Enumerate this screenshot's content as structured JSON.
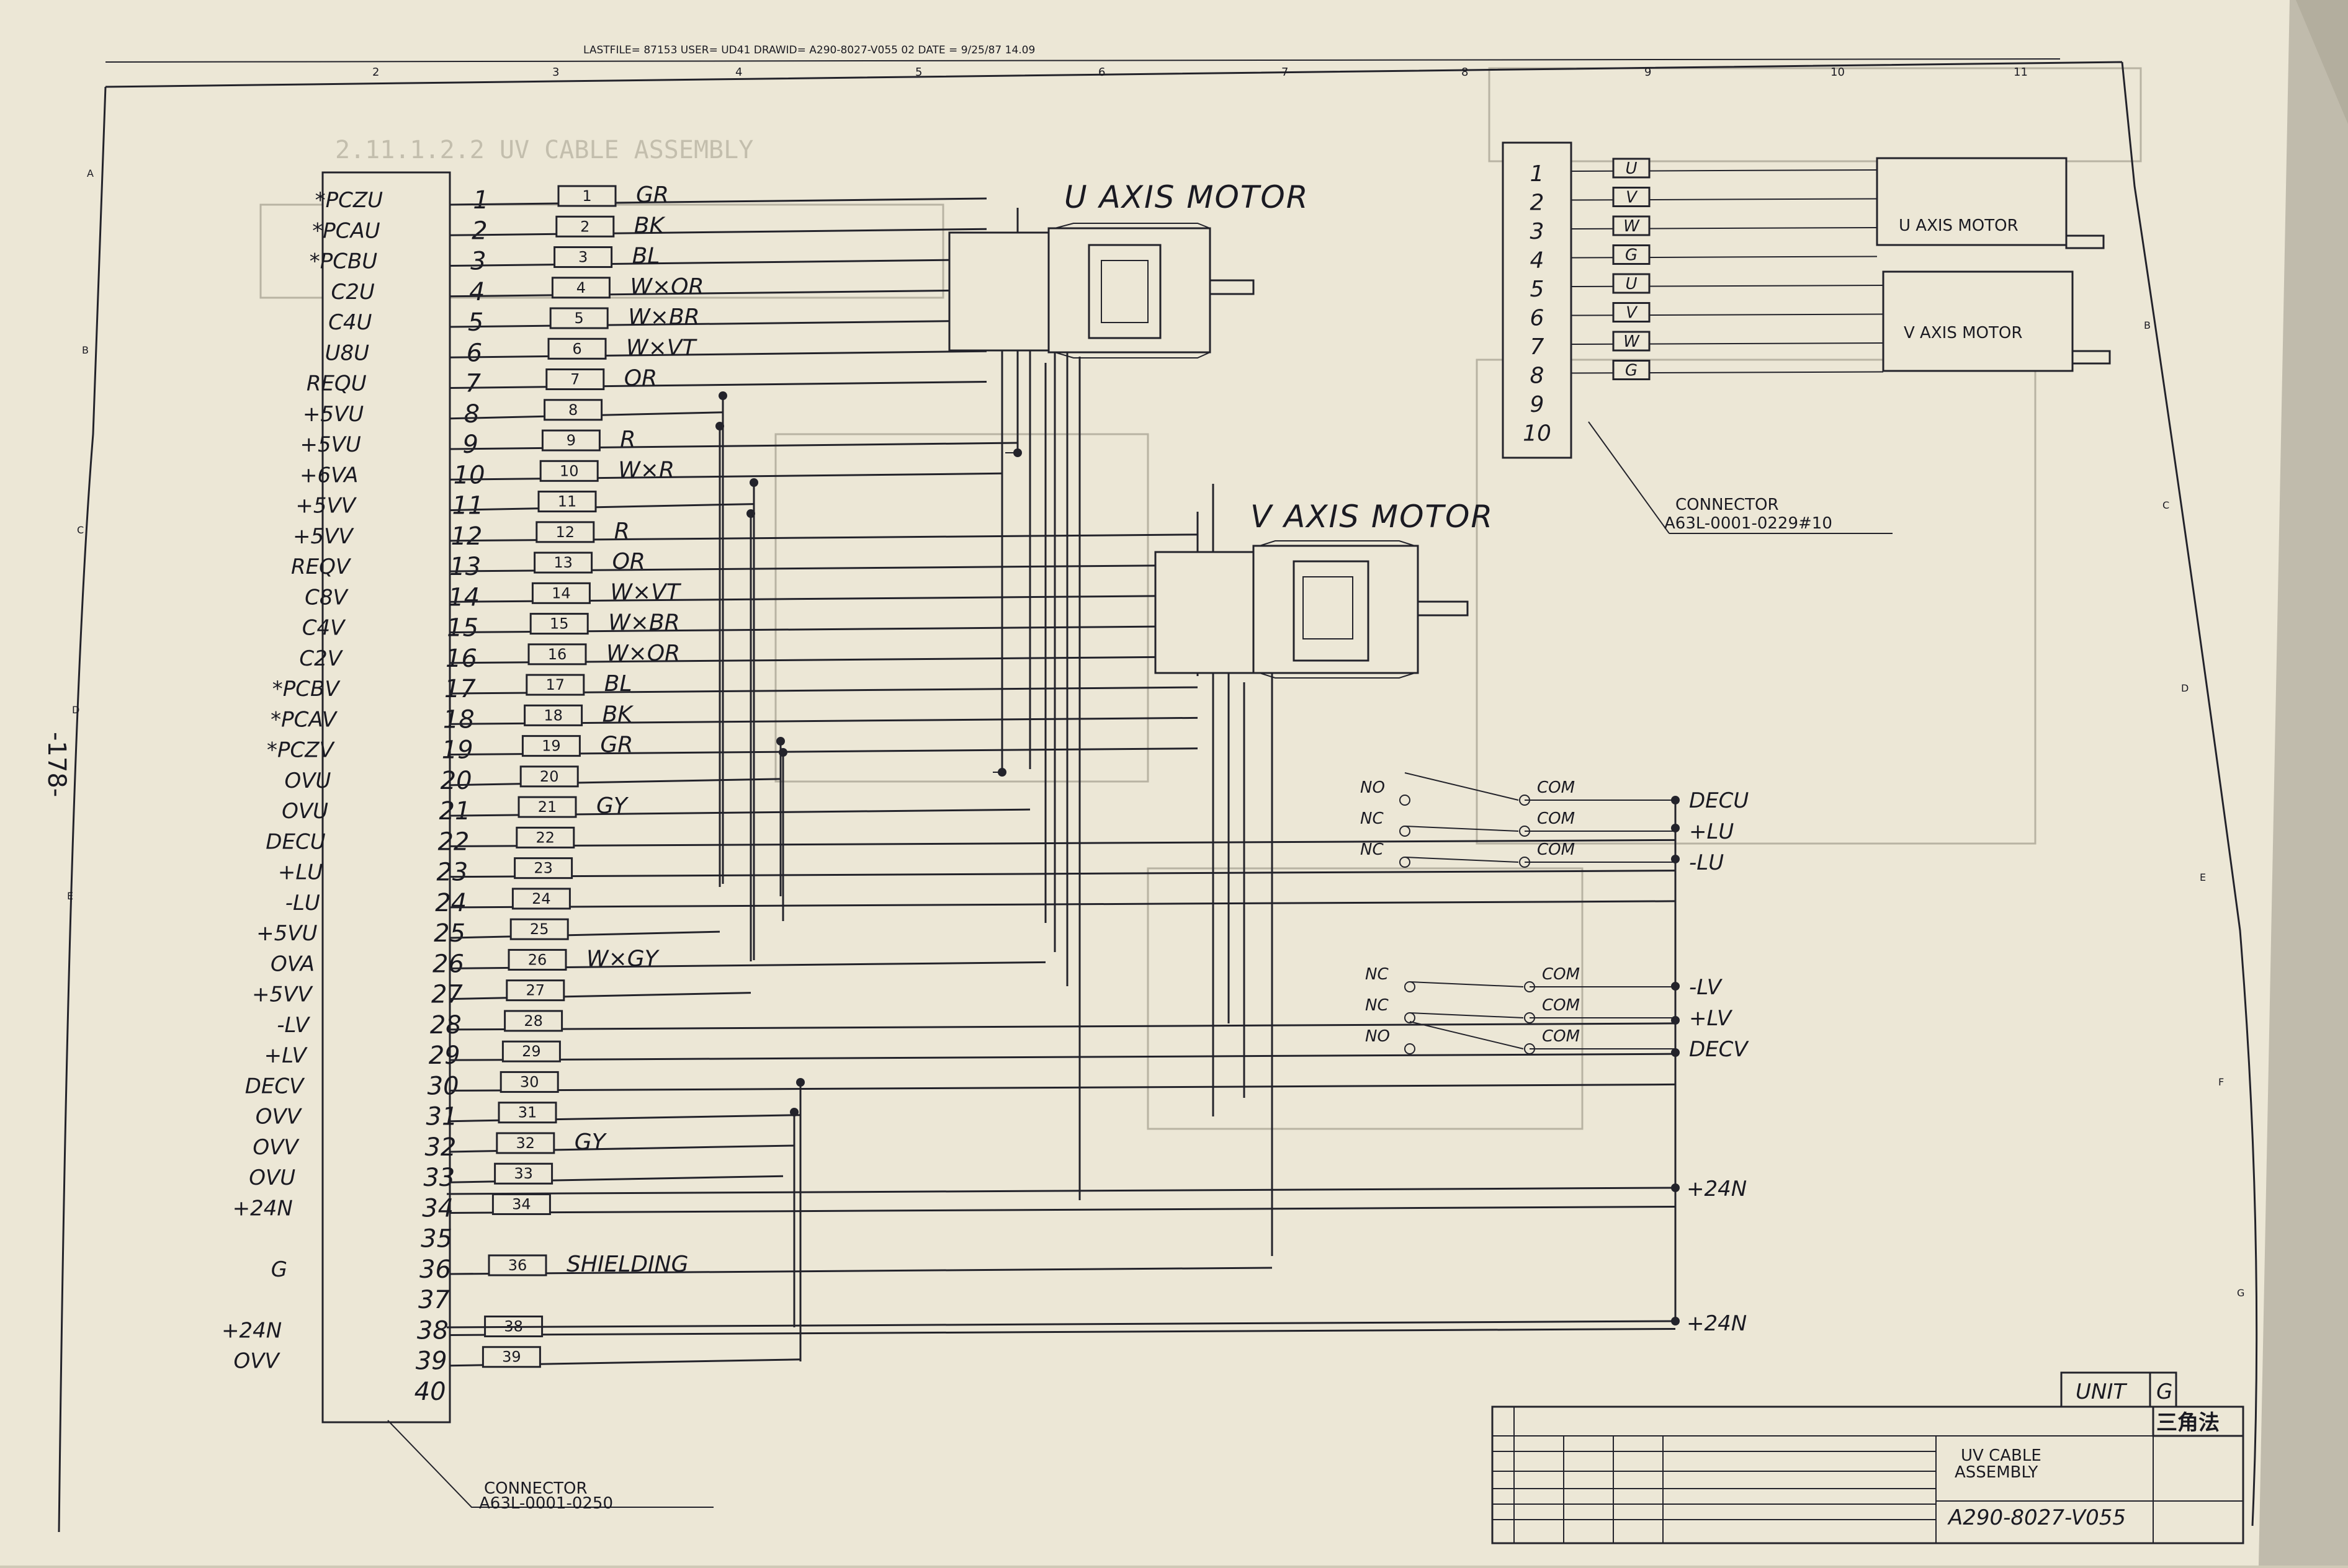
{
  "header": {
    "text": "LASTFILE= 87153 USER= UD41   DRAWID= A290-8027-V055   02   DATE =  9/25/87 14.09"
  },
  "grid": {
    "columns": [
      "2",
      "3",
      "4",
      "5",
      "6",
      "7",
      "8",
      "9",
      "10",
      "11"
    ],
    "rows_left": [
      "A",
      "B",
      "C",
      "D",
      "E"
    ],
    "rows_right": [
      "B",
      "C",
      "D",
      "E",
      "F",
      "G"
    ]
  },
  "page_number": "-178-",
  "ghost_heading": "2.11.1.2.2  UV CABLE ASSEMBLY",
  "left_connector": {
    "label": "CONNECTOR",
    "part": "A63L-0001-0250",
    "pins": [
      {
        "num": "1",
        "sig": "*PCZU"
      },
      {
        "num": "2",
        "sig": "*PCAU"
      },
      {
        "num": "3",
        "sig": "*PCBU"
      },
      {
        "num": "4",
        "sig": "C2U"
      },
      {
        "num": "5",
        "sig": "C4U"
      },
      {
        "num": "6",
        "sig": "U8U"
      },
      {
        "num": "7",
        "sig": "REQU"
      },
      {
        "num": "8",
        "sig": "+5VU"
      },
      {
        "num": "9",
        "sig": "+5VU"
      },
      {
        "num": "10",
        "sig": "+6VA"
      },
      {
        "num": "11",
        "sig": "+5VV"
      },
      {
        "num": "12",
        "sig": "+5VV"
      },
      {
        "num": "13",
        "sig": "REQV"
      },
      {
        "num": "14",
        "sig": "C8V"
      },
      {
        "num": "15",
        "sig": "C4V"
      },
      {
        "num": "16",
        "sig": "C2V"
      },
      {
        "num": "17",
        "sig": "*PCBV"
      },
      {
        "num": "18",
        "sig": "*PCAV"
      },
      {
        "num": "19",
        "sig": "*PCZV"
      },
      {
        "num": "20",
        "sig": "OVU"
      },
      {
        "num": "21",
        "sig": "OVU"
      },
      {
        "num": "22",
        "sig": "DECU"
      },
      {
        "num": "23",
        "sig": "+LU"
      },
      {
        "num": "24",
        "sig": "-LU"
      },
      {
        "num": "25",
        "sig": "+5VU"
      },
      {
        "num": "26",
        "sig": "OVA"
      },
      {
        "num": "27",
        "sig": "+5VV"
      },
      {
        "num": "28",
        "sig": "-LV"
      },
      {
        "num": "29",
        "sig": "+LV"
      },
      {
        "num": "30",
        "sig": "DECV"
      },
      {
        "num": "31",
        "sig": "OVV"
      },
      {
        "num": "32",
        "sig": "OVV"
      },
      {
        "num": "33",
        "sig": "OVU"
      },
      {
        "num": "34",
        "sig": "+24N"
      },
      {
        "num": "35",
        "sig": ""
      },
      {
        "num": "36",
        "sig": "G"
      },
      {
        "num": "37",
        "sig": ""
      },
      {
        "num": "38",
        "sig": "+24N"
      },
      {
        "num": "39",
        "sig": "OVV"
      },
      {
        "num": "40",
        "sig": ""
      }
    ]
  },
  "wires": [
    {
      "num": "1",
      "color": "GR"
    },
    {
      "num": "2",
      "color": "BK"
    },
    {
      "num": "3",
      "color": "BL"
    },
    {
      "num": "4",
      "color": "W×OR"
    },
    {
      "num": "5",
      "color": "W×BR"
    },
    {
      "num": "6",
      "color": "W×VT"
    },
    {
      "num": "7",
      "color": "OR"
    },
    {
      "num": "8",
      "color": ""
    },
    {
      "num": "9",
      "color": "R"
    },
    {
      "num": "10",
      "color": "W×R"
    },
    {
      "num": "11",
      "color": ""
    },
    {
      "num": "12",
      "color": "R"
    },
    {
      "num": "13",
      "color": "OR"
    },
    {
      "num": "14",
      "color": "W×VT"
    },
    {
      "num": "15",
      "color": "W×BR"
    },
    {
      "num": "16",
      "color": "W×OR"
    },
    {
      "num": "17",
      "color": "BL"
    },
    {
      "num": "18",
      "color": "BK"
    },
    {
      "num": "19",
      "color": "GR"
    },
    {
      "num": "20",
      "color": ""
    },
    {
      "num": "21",
      "color": "GY"
    },
    {
      "num": "22",
      "color": ""
    },
    {
      "num": "23",
      "color": ""
    },
    {
      "num": "24",
      "color": ""
    },
    {
      "num": "25",
      "color": ""
    },
    {
      "num": "26",
      "color": "W×GY"
    },
    {
      "num": "27",
      "color": ""
    },
    {
      "num": "28",
      "color": ""
    },
    {
      "num": "29",
      "color": ""
    },
    {
      "num": "30",
      "color": ""
    },
    {
      "num": "31",
      "color": ""
    },
    {
      "num": "32",
      "color": "GY"
    },
    {
      "num": "33",
      "color": ""
    },
    {
      "num": "34",
      "color": ""
    },
    {
      "num": "36",
      "color": "SHIELDING"
    },
    {
      "num": "38",
      "color": ""
    },
    {
      "num": "39",
      "color": ""
    }
  ],
  "u_motor_label": "U AXIS MOTOR",
  "v_motor_label": "V AXIS MOTOR",
  "right_connector": {
    "label": "CONNECTOR",
    "part": "A63L-0001-0229#10",
    "pins": [
      "1",
      "2",
      "3",
      "4",
      "5",
      "6",
      "7",
      "8",
      "9",
      "10"
    ],
    "tags": [
      "U",
      "V",
      "W",
      "G",
      "U",
      "V",
      "W",
      "G"
    ],
    "u_motor": "U AXIS MOTOR",
    "v_motor": "V AXIS MOTOR"
  },
  "switches_u": [
    {
      "contact": "NO",
      "com": "COM",
      "out": "DECU"
    },
    {
      "contact": "NC",
      "com": "COM",
      "out": "+LU"
    },
    {
      "contact": "NC",
      "com": "COM",
      "out": "-LU"
    }
  ],
  "switches_v": [
    {
      "contact": "NC",
      "com": "COM",
      "out": "-LV"
    },
    {
      "contact": "NC",
      "com": "COM",
      "out": "+LV"
    },
    {
      "contact": "NO",
      "com": "COM",
      "out": "DECV"
    }
  ],
  "supply": [
    "+24N",
    "+24N"
  ],
  "title_block": {
    "unit_label": "UNIT",
    "unit_value": "G",
    "company": "三角法",
    "title_line1": "UV CABLE",
    "title_line2": "ASSEMBLY",
    "drawing_no": "A290-8027-V055"
  },
  "colors": {
    "paper": "#ece7d6",
    "ink": "#23232b",
    "background": "#cfc9b6"
  }
}
